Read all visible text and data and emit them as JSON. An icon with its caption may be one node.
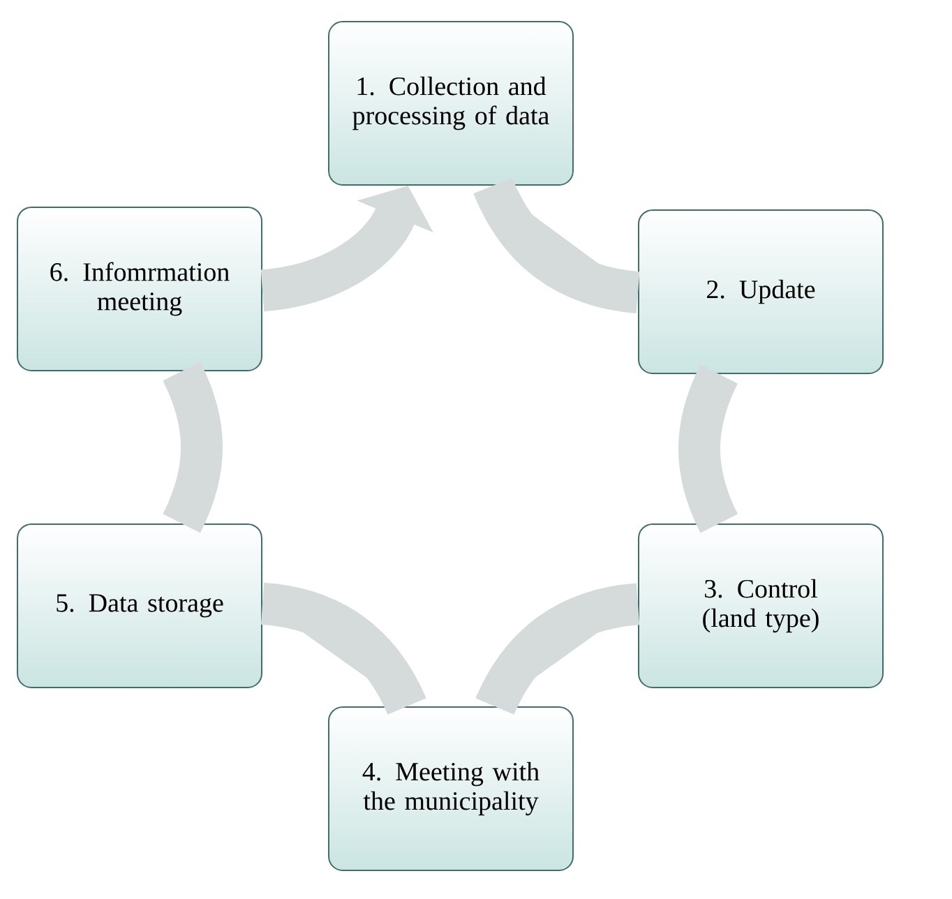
{
  "diagram": {
    "nodes": [
      {
        "text": [
          "1. Collection and processing of data"
        ]
      },
      {
        "text": [
          "2. Update"
        ]
      },
      {
        "text": [
          "3. Control (land type)"
        ]
      },
      {
        "text": [
          "4. Meeting with the municipality"
        ]
      },
      {
        "text": [
          "5. Data storage"
        ]
      },
      {
        "text": [
          "6. Infomrmation meeting"
        ]
      }
    ],
    "edges": [
      {
        "from": 0,
        "to": 1,
        "arrow": "none"
      },
      {
        "from": 1,
        "to": 2,
        "arrow": "none"
      },
      {
        "from": 2,
        "to": 3,
        "arrow": "none"
      },
      {
        "from": 3,
        "to": 4,
        "arrow": "none"
      },
      {
        "from": 4,
        "to": 5,
        "arrow": "none"
      },
      {
        "from": 5,
        "to": 0,
        "arrow": "to"
      }
    ]
  }
}
